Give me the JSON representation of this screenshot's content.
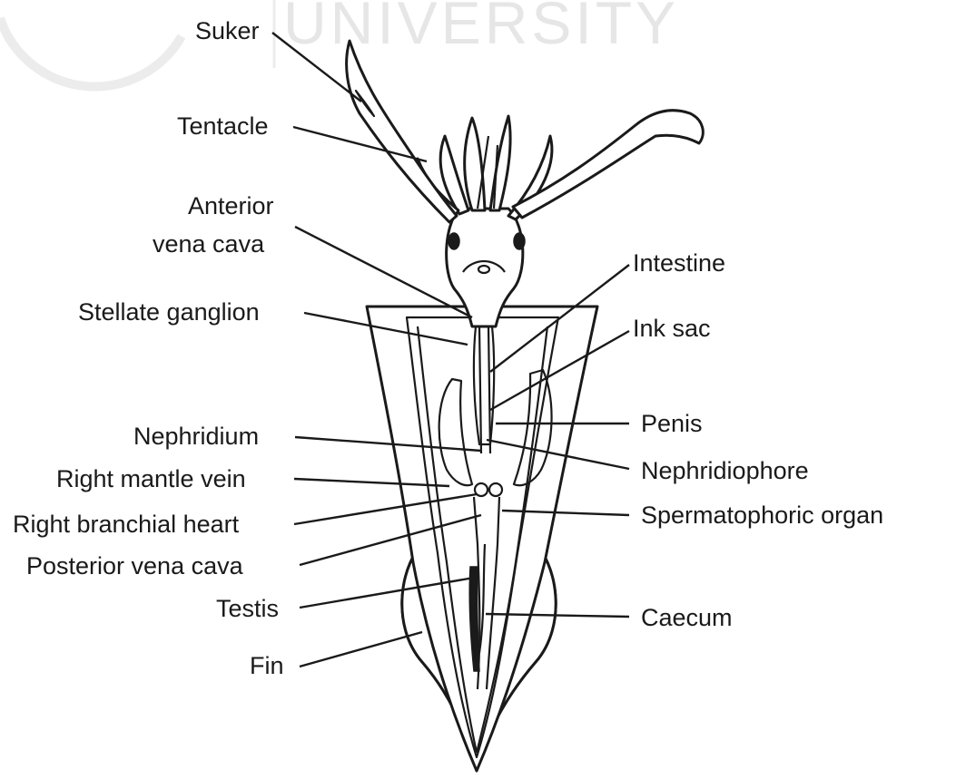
{
  "watermark": {
    "text": "UNIVERSITY"
  },
  "labels": {
    "suker": "Suker",
    "tentacle": "Tentacle",
    "anterior_vena_cava_1": "Anterior",
    "anterior_vena_cava_2": "vena cava",
    "stellate_ganglion": "Stellate ganglion",
    "nephridium": "Nephridium",
    "right_mantle_vein": "Right mantle vein",
    "right_branchial_heart": "Right branchial heart",
    "posterior_vena_cava": "Posterior vena cava",
    "testis": "Testis",
    "fin": "Fin",
    "intestine": "Intestine",
    "ink_sac": "Ink sac",
    "penis": "Penis",
    "nephridiophore": "Nephridiophore",
    "spermatophoric_organ": "Spermatophoric organ",
    "caecum": "Caecum"
  }
}
